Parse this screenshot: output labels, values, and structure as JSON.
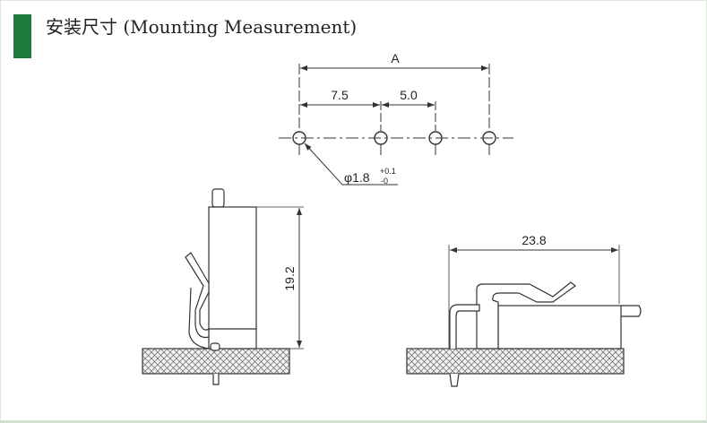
{
  "header": {
    "title": "安装尺寸 (Mounting Measurement)",
    "accent_color": "#1d7a3b"
  },
  "drawing": {
    "hole_pattern": {
      "overall_label": "A",
      "pitch_1": "7.5",
      "pitch_2": "5.0",
      "hole_diameter": "φ1.8",
      "tol_upper": "+0.1",
      "tol_lower": "-0"
    },
    "side_view": {
      "height_label": "19.2"
    },
    "front_view": {
      "length_label": "23.8"
    }
  }
}
